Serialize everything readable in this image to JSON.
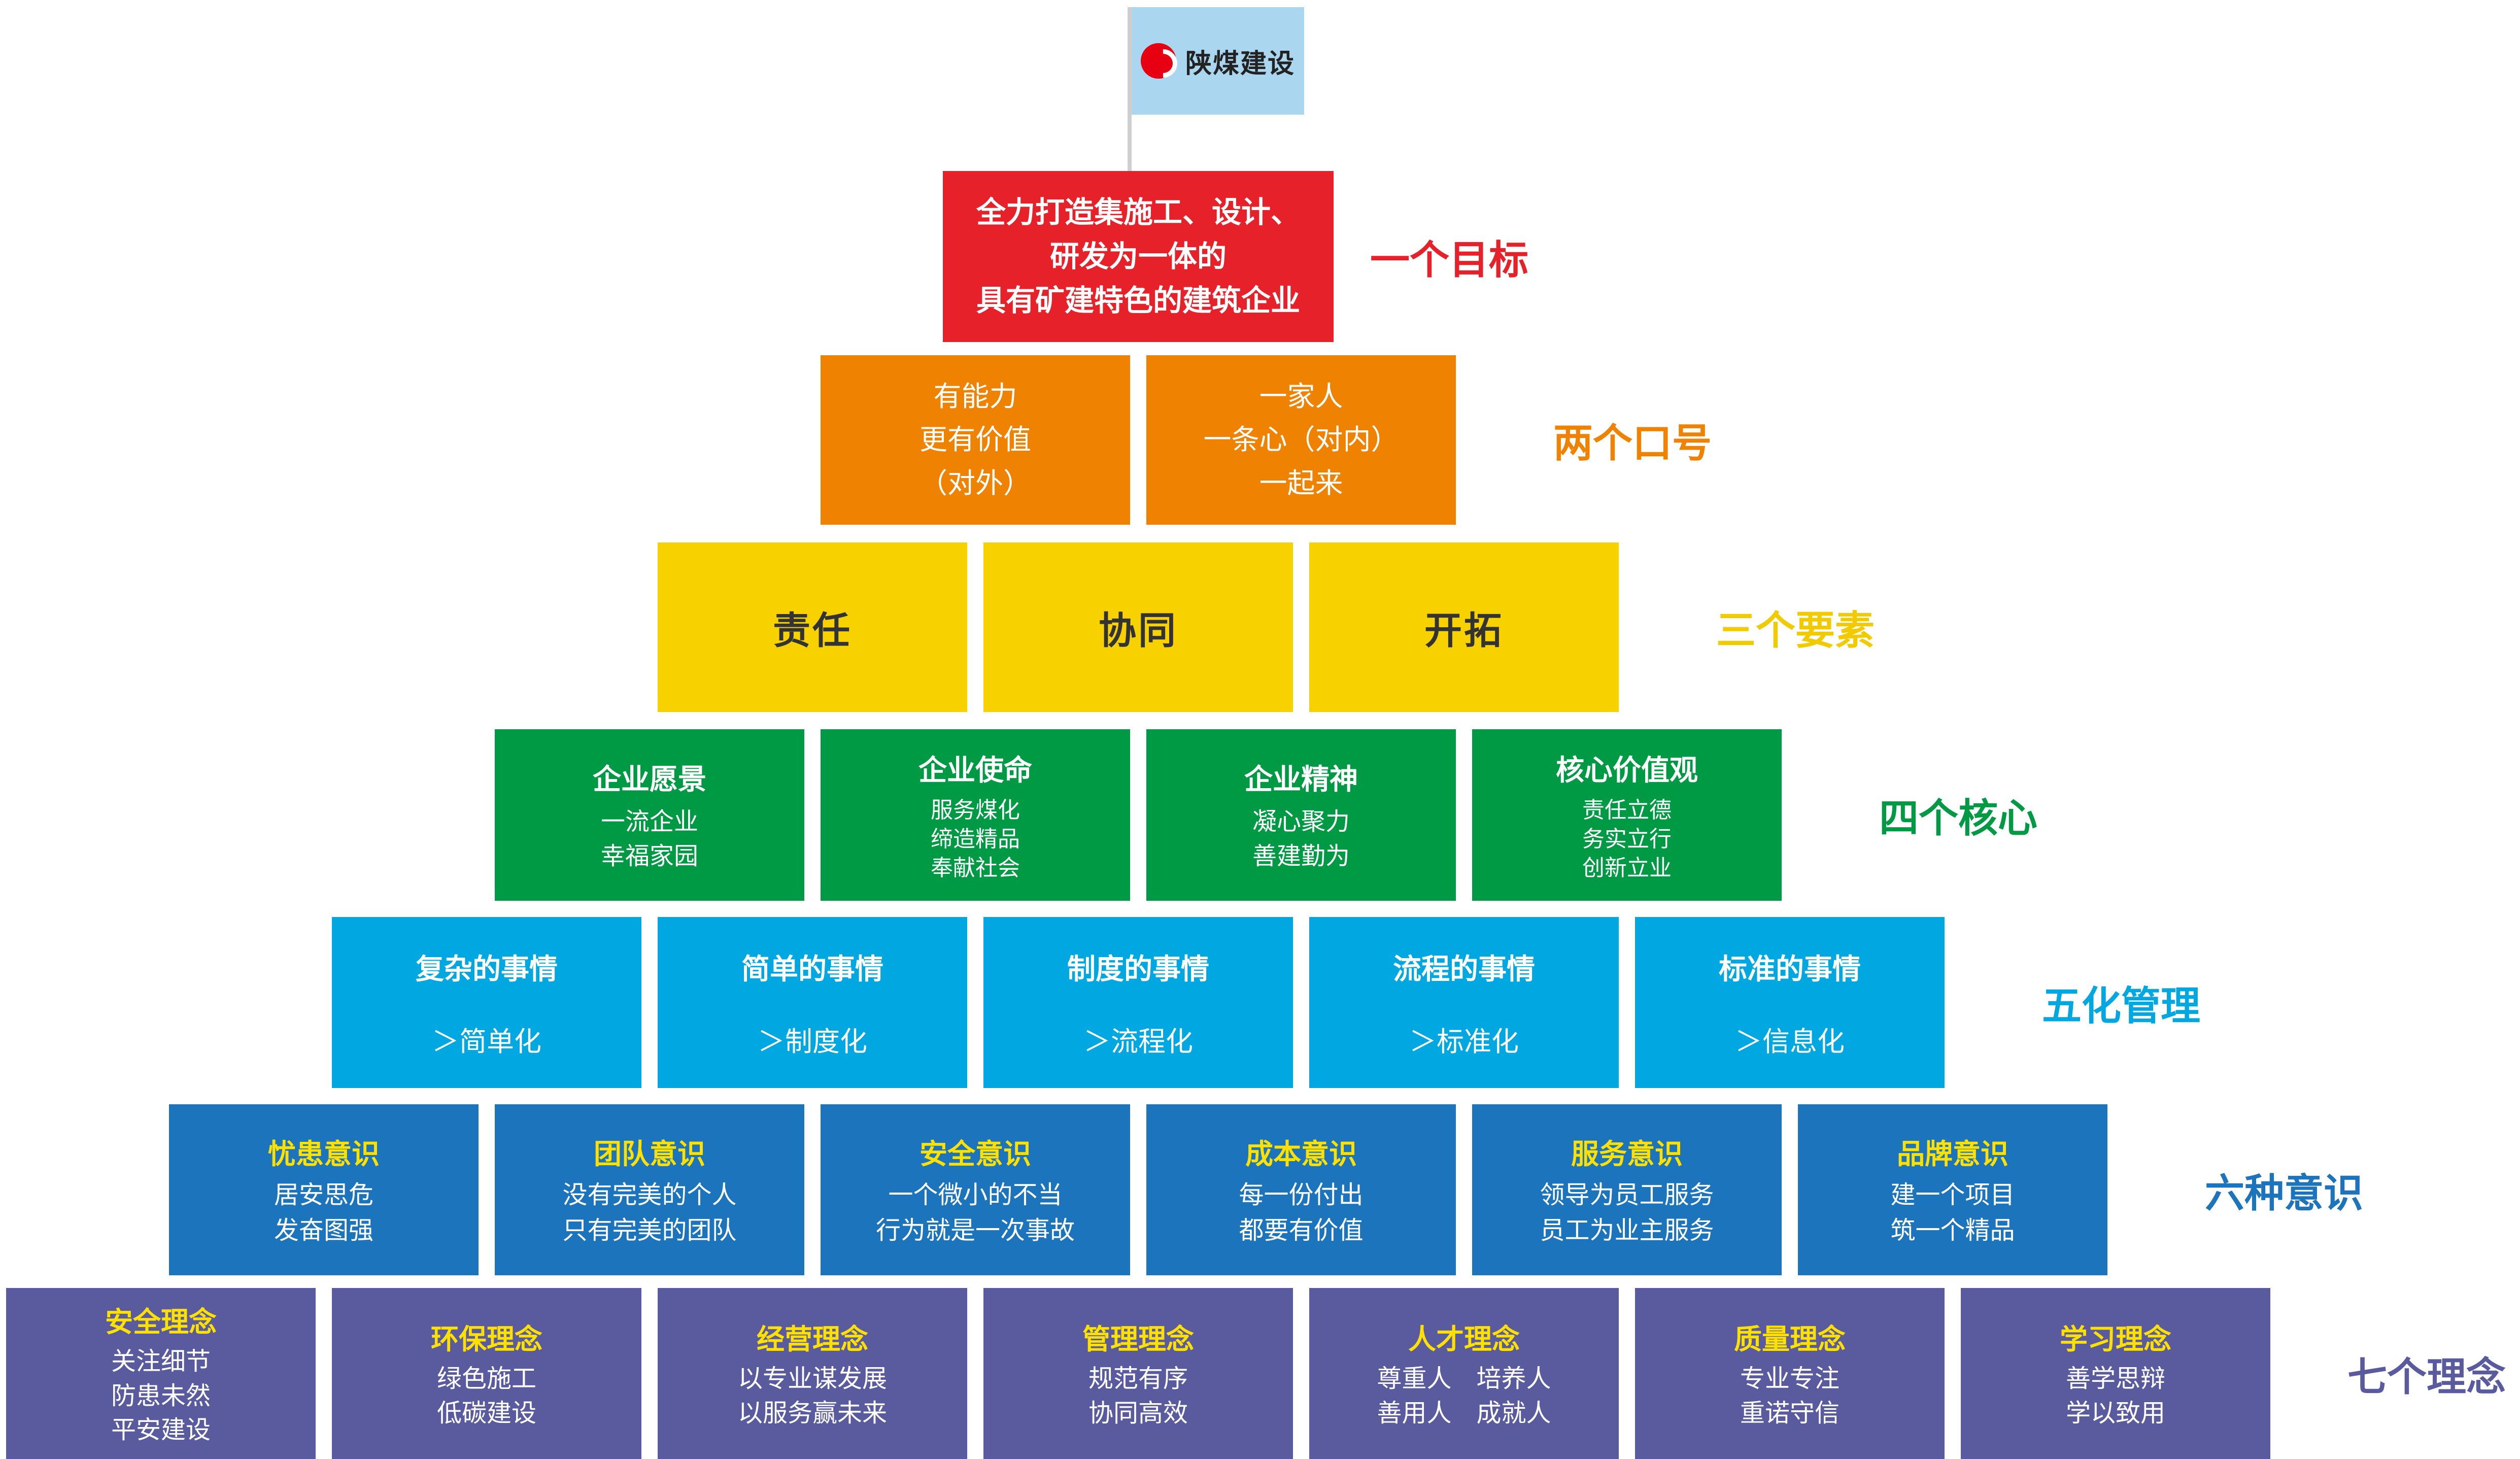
{
  "flag": {
    "company": "陕煤建设",
    "flag_color": "#abd6ef",
    "logo_color": "#e60012"
  },
  "levels": [
    {
      "name": "level-1-goal",
      "label": "一个目标",
      "box_color": "#e62129",
      "label_color": "#e62129",
      "boxes": [
        {
          "lines": [
            "全力打造集施工、设计、",
            "研发为一体的",
            "具有矿建特色的建筑企业"
          ]
        }
      ]
    },
    {
      "name": "level-2-slogans",
      "label": "两个口号",
      "box_color": "#ef8200",
      "label_color": "#ef8200",
      "boxes": [
        {
          "lines": [
            "有能力",
            "更有价值",
            "（对外）"
          ]
        },
        {
          "lines": [
            "一家人",
            "一条心（对内）",
            "一起来"
          ]
        }
      ]
    },
    {
      "name": "level-3-elements",
      "label": "三个要素",
      "box_color": "#f7d100",
      "label_color": "#f2ca00",
      "boxes": [
        {
          "lines": [
            "责任"
          ]
        },
        {
          "lines": [
            "协同"
          ]
        },
        {
          "lines": [
            "开拓"
          ]
        }
      ]
    },
    {
      "name": "level-4-cores",
      "label": "四个核心",
      "box_color": "#009944",
      "label_color": "#009944",
      "boxes": [
        {
          "title": "企业愿景",
          "lines": [
            "一流企业",
            "幸福家园"
          ]
        },
        {
          "title": "企业使命",
          "lines": [
            "服务煤化",
            "缔造精品",
            "奉献社会"
          ],
          "small": true
        },
        {
          "title": "企业精神",
          "lines": [
            "凝心聚力",
            "善建勤为"
          ]
        },
        {
          "title": "核心价值观",
          "lines": [
            "责任立德",
            "务实立行",
            "创新立业"
          ],
          "small": true
        }
      ]
    },
    {
      "name": "level-5-management",
      "label": "五化管理",
      "box_color": "#00a7e1",
      "label_color": "#00a7e1",
      "boxes": [
        {
          "title": "复杂的事情",
          "lines": [
            "＞简单化"
          ]
        },
        {
          "title": "简单的事情",
          "lines": [
            "＞制度化"
          ]
        },
        {
          "title": "制度的事情",
          "lines": [
            "＞流程化"
          ]
        },
        {
          "title": "流程的事情",
          "lines": [
            "＞标准化"
          ]
        },
        {
          "title": "标准的事情",
          "lines": [
            "＞信息化"
          ]
        }
      ]
    },
    {
      "name": "level-6-consciousness",
      "label": "六种意识",
      "box_color": "#1b74bc",
      "label_color": "#1b74bc",
      "title_color": "#ffe100",
      "boxes": [
        {
          "title": "忧患意识",
          "lines": [
            "居安思危",
            "发奋图强"
          ]
        },
        {
          "title": "团队意识",
          "lines": [
            "没有完美的个人",
            "只有完美的团队"
          ]
        },
        {
          "title": "安全意识",
          "lines": [
            "一个微小的不当",
            "行为就是一次事故"
          ]
        },
        {
          "title": "成本意识",
          "lines": [
            "每一份付出",
            "都要有价值"
          ]
        },
        {
          "title": "服务意识",
          "lines": [
            "领导为员工服务",
            "员工为业主服务"
          ]
        },
        {
          "title": "品牌意识",
          "lines": [
            "建一个项目",
            "筑一个精品"
          ]
        }
      ]
    },
    {
      "name": "level-7-philosophies",
      "label": "七个理念",
      "box_color": "#5a5b9f",
      "label_color": "#5a5b9f",
      "title_color": "#ffe100",
      "boxes": [
        {
          "title": "安全理念",
          "lines": [
            "关注细节",
            "防患未然",
            "平安建设"
          ]
        },
        {
          "title": "环保理念",
          "lines": [
            "绿色施工",
            "低碳建设"
          ]
        },
        {
          "title": "经营理念",
          "lines": [
            "以专业谋发展",
            "以服务赢未来"
          ]
        },
        {
          "title": "管理理念",
          "lines": [
            "规范有序",
            "协同高效"
          ]
        },
        {
          "title": "人才理念",
          "lines": [
            "尊重人　培养人",
            "善用人　成就人"
          ]
        },
        {
          "title": "质量理念",
          "lines": [
            "专业专注",
            "重诺守信"
          ]
        },
        {
          "title": "学习理念",
          "lines": [
            "善学思辩",
            "学以致用"
          ]
        }
      ]
    }
  ]
}
